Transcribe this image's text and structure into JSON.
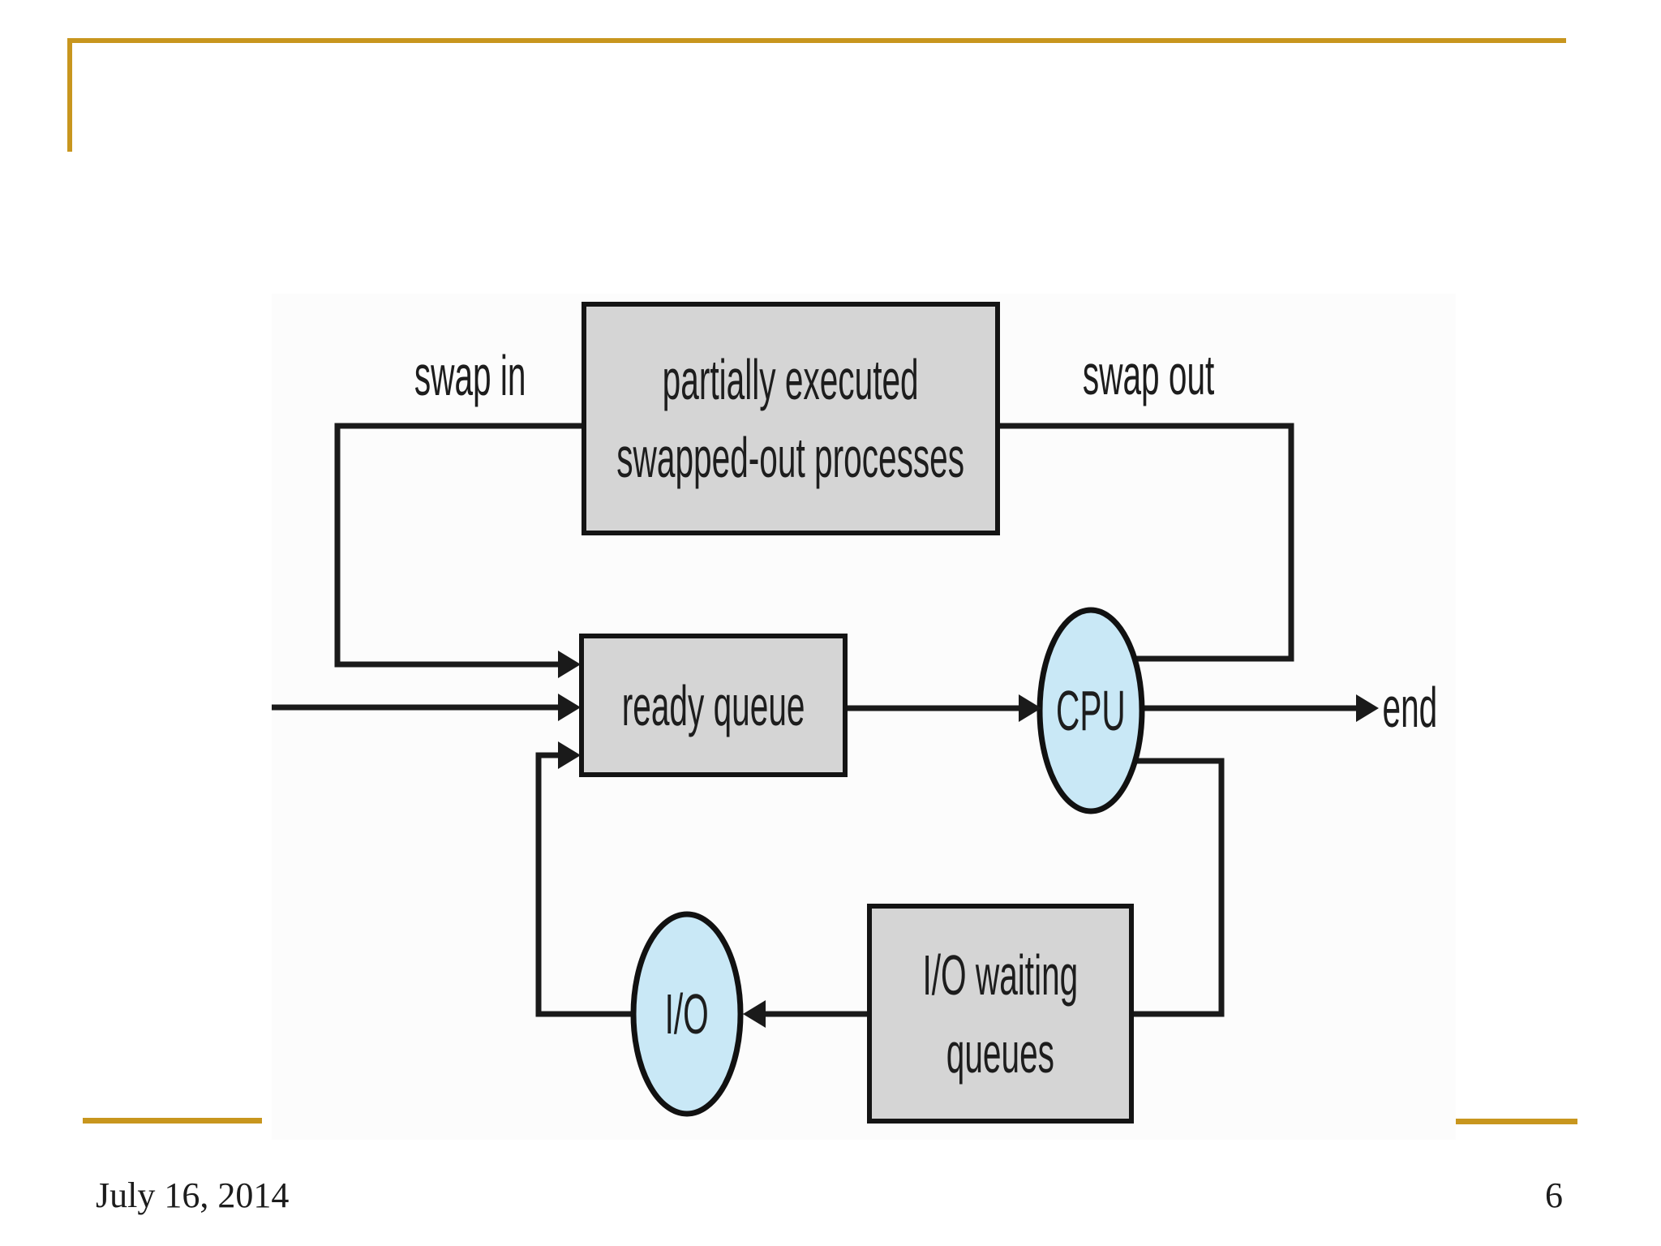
{
  "slide": {
    "footer": {
      "date": "July 16, 2014",
      "page_number": "6"
    },
    "colors": {
      "accent_gold": "#C8961E",
      "node_fill_gray": "#D5D5D5",
      "node_fill_blue": "#C9E8F6",
      "line_black": "#1A1A1A"
    }
  },
  "diagram": {
    "edge_labels": {
      "swap_in": "swap in",
      "swap_out": "swap out",
      "end": "end"
    },
    "nodes": {
      "swapped_out_box": {
        "line1": "partially executed",
        "line2": "swapped-out processes"
      },
      "ready_queue_box": {
        "label": "ready queue"
      },
      "cpu": {
        "label": "CPU"
      },
      "io": {
        "label": "I/O"
      },
      "io_waiting_box": {
        "line1": "I/O waiting",
        "line2": "queues"
      }
    }
  }
}
